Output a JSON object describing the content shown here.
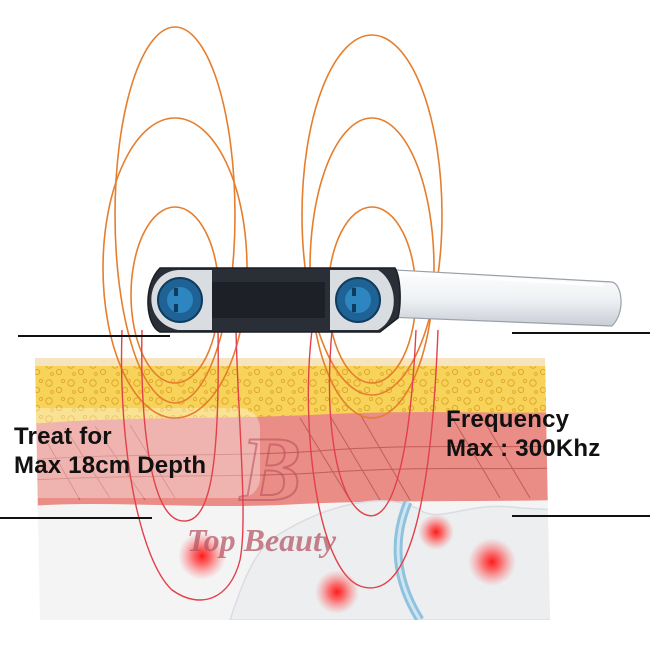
{
  "labels": {
    "depth_line1": "Treat for",
    "depth_line2": "Max 18cm Depth",
    "frequency_line1": "Frequency",
    "frequency_line2": "Max : 300Khz"
  },
  "watermark": {
    "brand": "Top Beauty",
    "monogram": "B"
  },
  "colors": {
    "field_rings": "#e57e2d",
    "fat_layer": "#f7d35a",
    "muscle_layer": "#e98d86",
    "hot_spots": "#ff2a2a",
    "probe_body": "#2a2f37",
    "handle": "#f2f4f6"
  },
  "icons": [
    "rf-probe-icon",
    "electrode-icon",
    "heat-spot-icon"
  ]
}
